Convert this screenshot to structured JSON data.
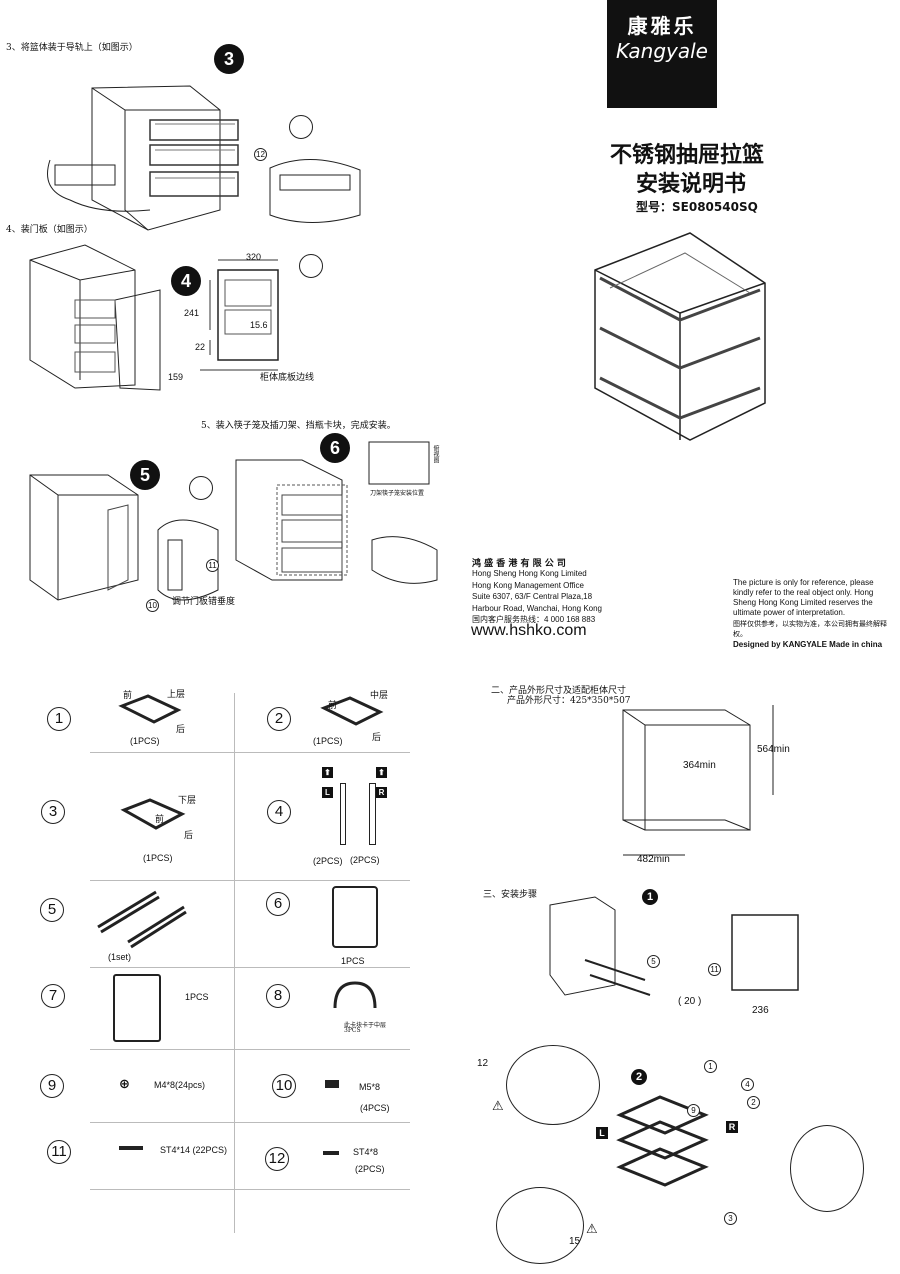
{
  "brand": {
    "name_cn": "康雅乐",
    "name_en": "Kangyale"
  },
  "title": {
    "line1": "不锈钢抽屉拉篮",
    "line2": "安装说明书",
    "model": "型号：SE080540SQ"
  },
  "company": {
    "name_cn": "鸿 盛 香 港 有 限 公 司",
    "lines": [
      "Hong Sheng Hong Kong Limited",
      "Hong Kong Management Office",
      "Suite 6307, 63/F  Central Plaza,18",
      "Harbour Road, Wanchai, Hong Kong",
      "国内客户服务热线：4 000 168 883"
    ],
    "website": "www.hshko.com"
  },
  "disclaimer": {
    "lines": [
      "The picture is only for reference, please",
      "kindly refer to the real object only. Hong",
      "Sheng Hong Kong Limited  reserves the",
      " ultimate power of interpretation."
    ],
    "cn": "图样仅供参考，以实物为准，本公司拥有最终解释权。",
    "designed": "Designed by KANGYALE Made in china"
  },
  "steps_top": {
    "s3_text": "3、将篮体装于导轨上（如图示）",
    "s3_badge": "3",
    "s3_callout": "12",
    "s4_text": "4、装门板（如图示）",
    "s4_badge": "4",
    "s4_dims": {
      "w": "320",
      "h1": "241",
      "h2": "15.6",
      "h3": "22",
      "h4": "159"
    },
    "s4_note": "柜体底板边线",
    "s5_text": "5、装入筷子笼及插刀架、挡瓶卡块，完成安装。",
    "s5_badge": "5",
    "s5_callouts": [
      "11",
      "10"
    ],
    "s5_note": "调节门板错垂度",
    "s6_badge": "6",
    "s6_note": "刀架筷子笼安装位置",
    "s6_side": "俯视图"
  },
  "parts": [
    {
      "num": "1",
      "labels": [
        "前",
        "上层",
        "后"
      ],
      "qty": "(1PCS)"
    },
    {
      "num": "2",
      "labels": [
        "前",
        "中层",
        "后"
      ],
      "qty": "(1PCS)"
    },
    {
      "num": "3",
      "labels": [
        "下层",
        "前",
        "后"
      ],
      "qty": "(1PCS)"
    },
    {
      "num": "4",
      "labels": [
        "L",
        "R"
      ],
      "qty_l": "(2PCS)",
      "qty_r": "(2PCS)"
    },
    {
      "num": "5",
      "qty": "(1set)"
    },
    {
      "num": "6",
      "qty": "1PCS"
    },
    {
      "num": "7",
      "qty": "1PCS"
    },
    {
      "num": "8",
      "note": "此卡块卡于中层",
      "qty": "3PCS"
    },
    {
      "num": "9",
      "spec": "M4*8(24pcs)"
    },
    {
      "num": "10",
      "spec": "M5*8",
      "qty": "(4PCS)"
    },
    {
      "num": "11",
      "spec": "ST4*14    (22PCS)"
    },
    {
      "num": "12",
      "spec": "ST4*8",
      "qty": "(2PCS)"
    }
  ],
  "dims_section": {
    "title": "二、产品外形尺寸及适配柜体尺寸",
    "sub": "产品外形尺寸：425*350*507",
    "h": "564min",
    "d": "364min",
    "w": "482min"
  },
  "install_section": {
    "title": "三、安装步骤",
    "step1_badge": "1",
    "step1_callouts": [
      "5",
      "11"
    ],
    "dims": {
      "a": "( 20 )",
      "b": "236"
    },
    "step2_badge": "2",
    "step2_dims": {
      "a": "12",
      "b": "15"
    },
    "step2_callouts": [
      "1",
      "4",
      "2",
      "9",
      "3"
    ],
    "tag_l": "L",
    "tag_r": "R"
  }
}
